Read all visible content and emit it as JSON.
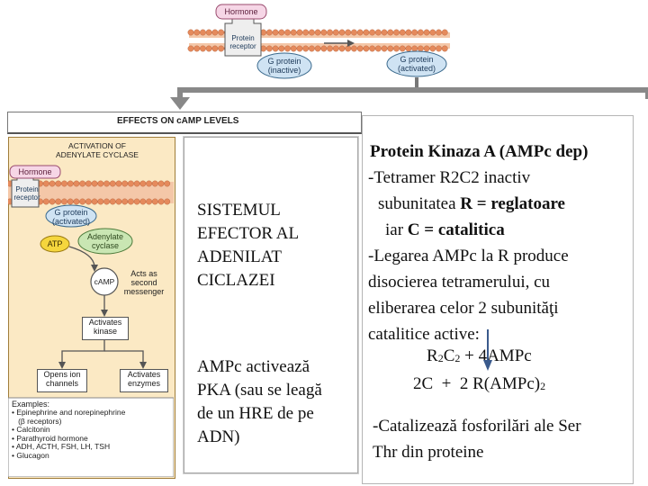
{
  "top": {
    "hormone": "Hormone",
    "receptor_line1": "Protein",
    "receptor_line2": "receptor",
    "gprot_inactive_line1": "G protein",
    "gprot_inactive_line2": "(inactive)",
    "gprot_active_line1": "G protein",
    "gprot_active_line2": "(activated)"
  },
  "panel": {
    "header": "EFFECTS ON cAMP LEVELS",
    "activation_line1": "ACTIVATION OF",
    "activation_line2": "ADENYLATE CYCLASE",
    "hormone": "Hormone",
    "receptor_line1": "Protein",
    "receptor_line2": "receptor",
    "gprot_line1": "G protein",
    "gprot_line2": "(activated)",
    "adenylate_line1": "Adenylate",
    "adenylate_line2": "cyclase",
    "atp": "ATP",
    "camp": "cAMP",
    "second_line1": "Acts as",
    "second_line2": "second",
    "second_line3": "messenger",
    "kinase_line1": "Activates",
    "kinase_line2": "kinase",
    "channels_line1": "Opens ion",
    "channels_line2": "channels",
    "enzymes_line1": "Activates",
    "enzymes_line2": "enzymes",
    "examples_title": "Examples:",
    "examples": [
      "• Epinephrine and norepinephrine",
      "   (β receptors)",
      "• Calcitonin",
      "• Parathyroid hormone",
      "• ADH, ACTH, FSH, LH, TSH",
      "• Glucagon"
    ]
  },
  "center": {
    "title_lines": [
      "SISTEMUL",
      "EFECTOR AL",
      "ADENILAT",
      "CICLAZEI"
    ],
    "text_lines": [
      "AMPc activează",
      "PKA (sau se leagă",
      "de un HRE de pe",
      "ADN)"
    ]
  },
  "right": {
    "title": "Protein Kinaza A (AMPc dep)",
    "l1": "-Tetramer R2C2 inactiv",
    "l2_a": "subunitatea ",
    "l2_b": "R = reglatoare",
    "l3_a": "iar ",
    "l3_b": "C = catalitica",
    "l4": "-Legarea AMPc la R produce",
    "l5": "disocierea tetramerului, cu",
    "l6": "eliberarea celor 2 subunităţi",
    "l7": "catalitice active:",
    "eq1_a": "R",
    "eq1_s1": "2",
    "eq1_b": "C",
    "eq1_s2": "2",
    "eq1_c": " + 4AMPc",
    "eq2_a": "2C  +  2 R(AMPc)",
    "eq2_s": "2",
    "l8": "-Catalizează fosforilări ale Ser",
    "l9": "Thr din proteine"
  },
  "colors": {
    "membrane_head": "#e58a5c",
    "panel_bg": "#fbe9c4",
    "receptor_fill": "#eeeeee",
    "gprotein_fill": "#cfe3f3",
    "atp_fill": "#f5d63d",
    "adenylate_fill": "#c9e6b3"
  }
}
